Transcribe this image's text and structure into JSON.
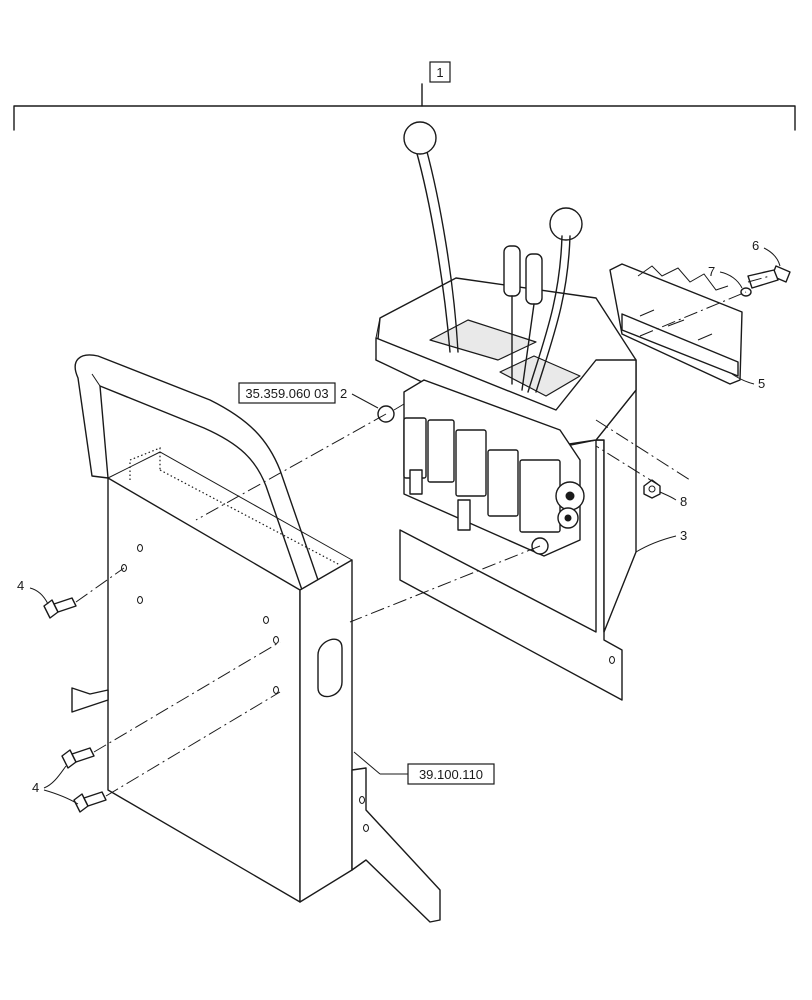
{
  "diagram": {
    "assembly_callout": "1",
    "references": {
      "valve_reference": "35.359.060 03",
      "bracket_reference": "39.100.110"
    },
    "callouts": {
      "valve": "2",
      "mount_plate": "3",
      "bolt_upper": "4",
      "bolt_lower": "4",
      "lever_holder": "5",
      "screw": "6",
      "washer": "7",
      "nut": "8"
    }
  }
}
